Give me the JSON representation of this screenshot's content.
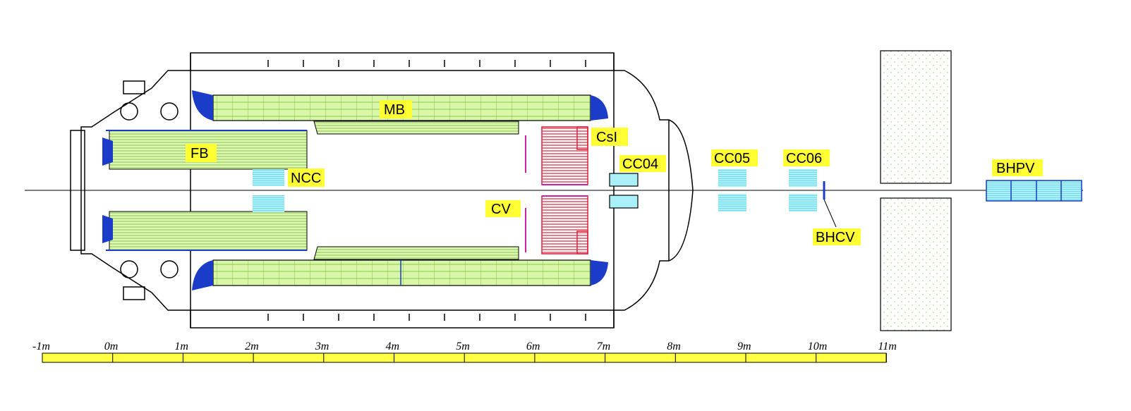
{
  "labels": {
    "mb": "MB",
    "fb": "FB",
    "ncc": "NCC",
    "csi": "CsI",
    "cc04": "CC04",
    "cc05": "CC05",
    "cc06": "CC06",
    "cv": "CV",
    "bhcv": "BHCV",
    "bhpv": "BHPV"
  },
  "scale": {
    "ticks": [
      "-1m",
      "0m",
      "1m",
      "2m",
      "3m",
      "4m",
      "5m",
      "6m",
      "7m",
      "8m",
      "9m",
      "10m",
      "11m"
    ]
  },
  "colors": {
    "label_bg": "#ffff33",
    "scale_fill": "#ffff44",
    "module_fill": "#d9f7a8",
    "module_line": "#77bb33",
    "cyan_fill": "#aaf0f8",
    "csi_red": "#e0203a",
    "magenta": "#cc22aa",
    "blue": "#1a3cc8"
  }
}
